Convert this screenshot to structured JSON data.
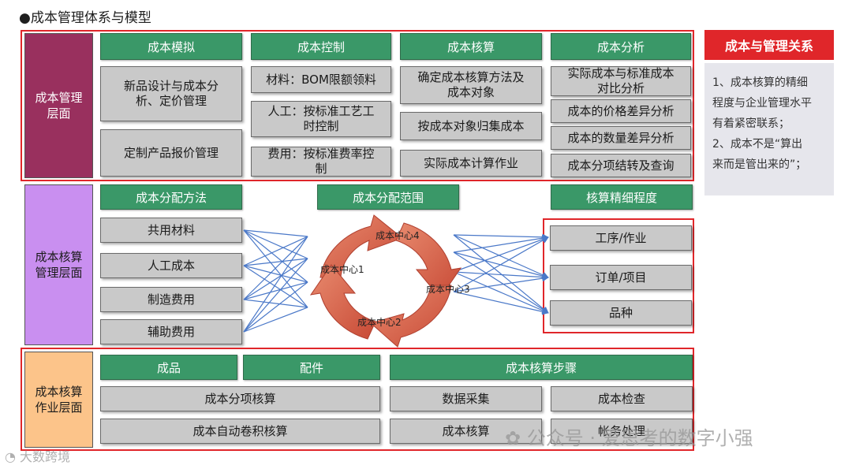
{
  "title": "●成本管理体系与模型",
  "layers": {
    "management": "成本管理\n层面",
    "accounting": "成本核算\n管理层面",
    "operation": "成本核算\n作业层面"
  },
  "management_layer": {
    "col1": {
      "header": "成本模拟",
      "items": [
        "新品设计与成本分\n析、定价管理",
        "定制产品报价管理"
      ]
    },
    "col2": {
      "header": "成本控制",
      "items": [
        "材料：BOM限额领料",
        "人工：按标准工艺工\n时控制",
        "费用：按标准费率控\n制"
      ]
    },
    "col3": {
      "header": "成本核算",
      "items": [
        "确定成本核算方法及\n成本对象",
        "按成本对象归集成本",
        "实际成本计算作业"
      ]
    },
    "col4": {
      "header": "成本分析",
      "items": [
        "实际成本与标准成本\n对比分析",
        "成本的价格差异分析",
        "成本的数量差异分析",
        "成本分项结转及查询"
      ]
    }
  },
  "accounting_layer": {
    "method_header": "成本分配方法",
    "range_header": "成本分配范围",
    "precision_header": "核算精细程度",
    "methods": [
      "共用材料",
      "人工成本",
      "制造费用",
      "辅助费用"
    ],
    "centers": [
      "成本中心1",
      "成本中心2",
      "成本中心3",
      "成本中心4"
    ],
    "precision": [
      "工序/作业",
      "订单/项目",
      "品种"
    ]
  },
  "operation_layer": {
    "headers": [
      "成品",
      "配件",
      "成本核算步骤"
    ],
    "items": [
      "成本分项核算",
      "数据采集",
      "成本检查",
      "成本自动卷积核算",
      "成本核算",
      "帐务处理"
    ]
  },
  "side_panel": {
    "title": "成本与管理关系",
    "body": "1、成本核算的精细\n程度与企业管理水平\n有着紧密联系；\n2、成本不是“算出\n来而是管出来的”；"
  },
  "watermarks": {
    "left": "大数跨境",
    "right": "公众号 · 爱思考的数字小强"
  },
  "colors": {
    "frame_red": "#e0262a",
    "header_green": "#3a9868",
    "cell_gray": "#c9c9c9",
    "arrow_blue": "#4a78c8",
    "cycle_red": "#d9604a"
  }
}
